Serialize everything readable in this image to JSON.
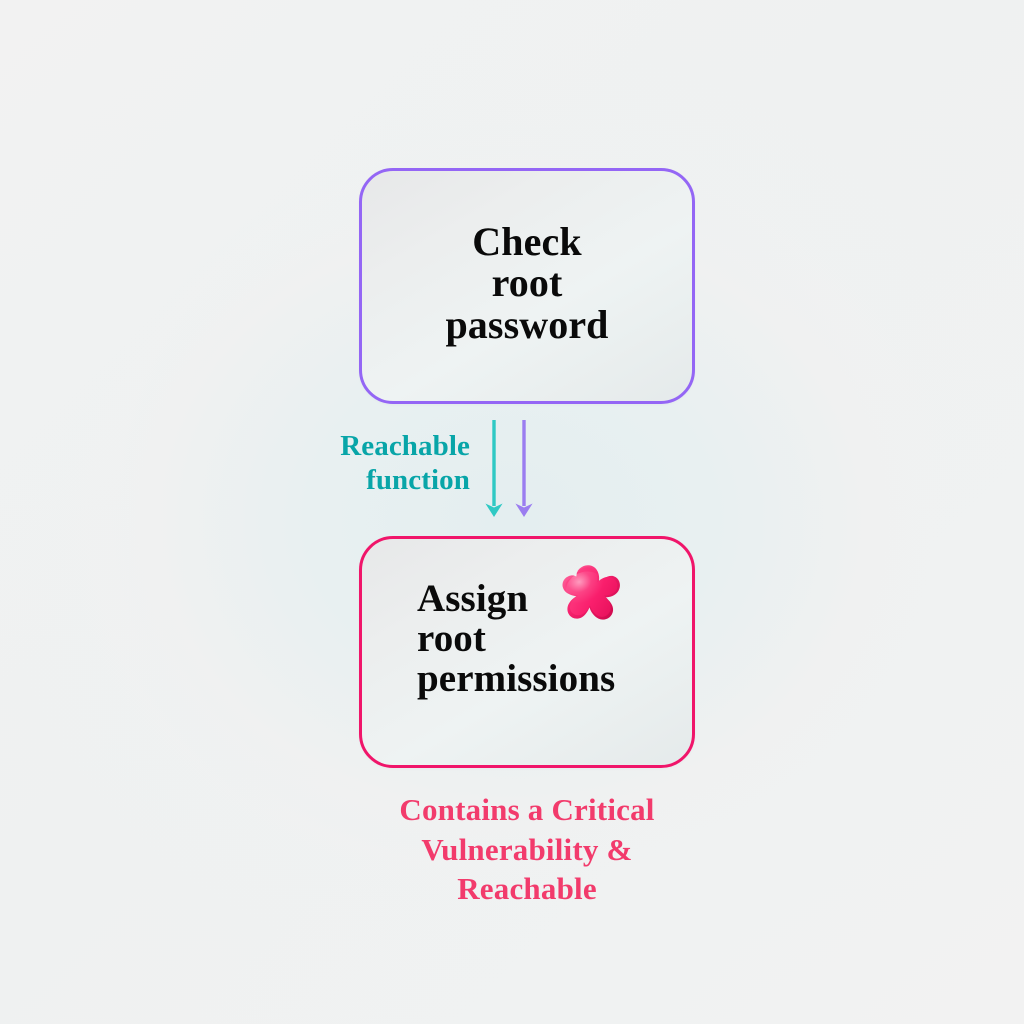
{
  "diagram": {
    "type": "flow-diagram",
    "background_color": "#f2f2f2",
    "accent_teal": "#08a5a8",
    "accent_purple": "#9466f5",
    "accent_pink": "#f0156a",
    "caption_pink": "#f23b6c"
  },
  "nodes": [
    {
      "id": "check-root-password",
      "label": "Check\nroot\npassword",
      "label_line1": "Check",
      "label_line2": "root",
      "label_line3": "password",
      "border_color": "#9466f5",
      "text_color": "#0a0a0a",
      "has_icon": false
    },
    {
      "id": "assign-root-permissions",
      "label": "Assign\nroot\npermissions",
      "label_line1": "Assign",
      "label_line2": "root",
      "label_line3": "permissions",
      "border_color": "#f0156a",
      "text_color": "#0a0a0a",
      "has_icon": true,
      "icon_name": "critical-vulnerability-blob-icon",
      "icon_color": "#f5176b"
    }
  ],
  "edge": {
    "label_line1": "Reachable",
    "label_line2": "function",
    "label_color": "#08a5a8",
    "arrows": [
      {
        "name": "reachable-function-arrow",
        "color": "#2fc9c4",
        "direction": "down"
      },
      {
        "name": "call-flow-arrow",
        "color": "#9b7df0",
        "direction": "down"
      }
    ]
  },
  "caption": {
    "line1": "Contains a Critical",
    "line2": "Vulnerability &",
    "line3": "Reachable",
    "color": "#f23b6c"
  }
}
